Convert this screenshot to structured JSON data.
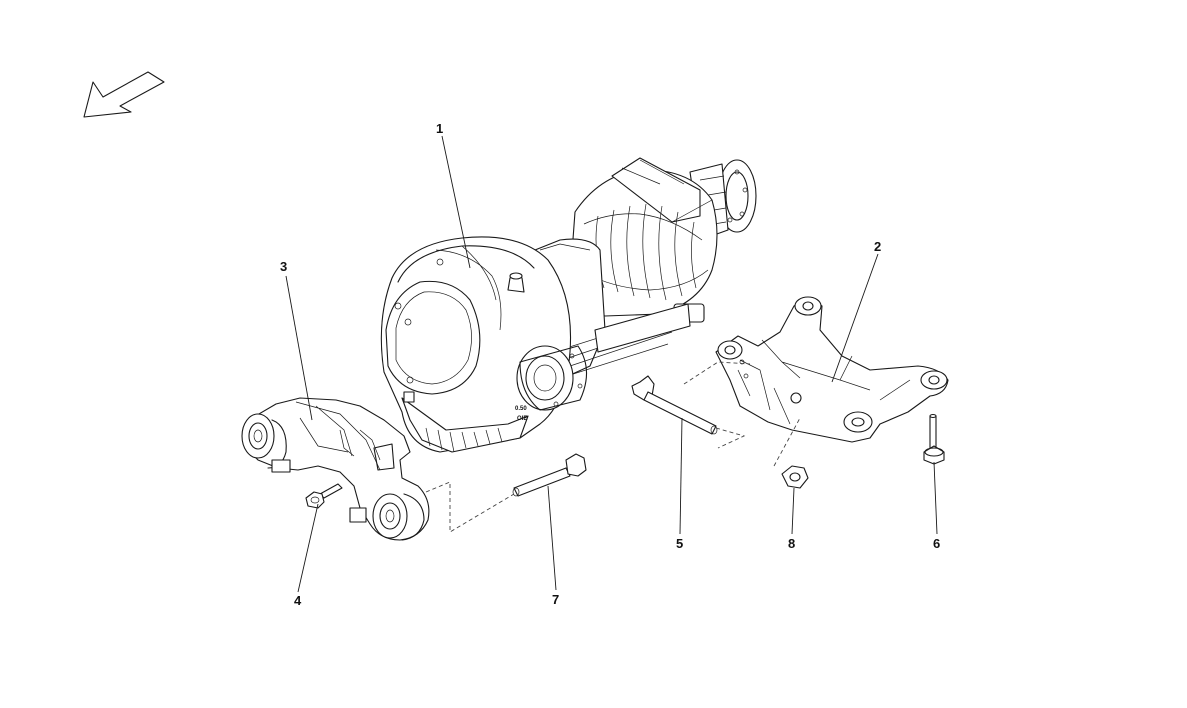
{
  "diagram": {
    "callouts": [
      {
        "id": "1",
        "label": "1"
      },
      {
        "id": "2",
        "label": "2"
      },
      {
        "id": "3",
        "label": "3"
      },
      {
        "id": "4",
        "label": "4"
      },
      {
        "id": "5",
        "label": "5"
      },
      {
        "id": "6",
        "label": "6"
      },
      {
        "id": "7",
        "label": "7"
      },
      {
        "id": "8",
        "label": "8"
      }
    ],
    "housing_marking": [
      "0.50",
      "OIE"
    ]
  }
}
